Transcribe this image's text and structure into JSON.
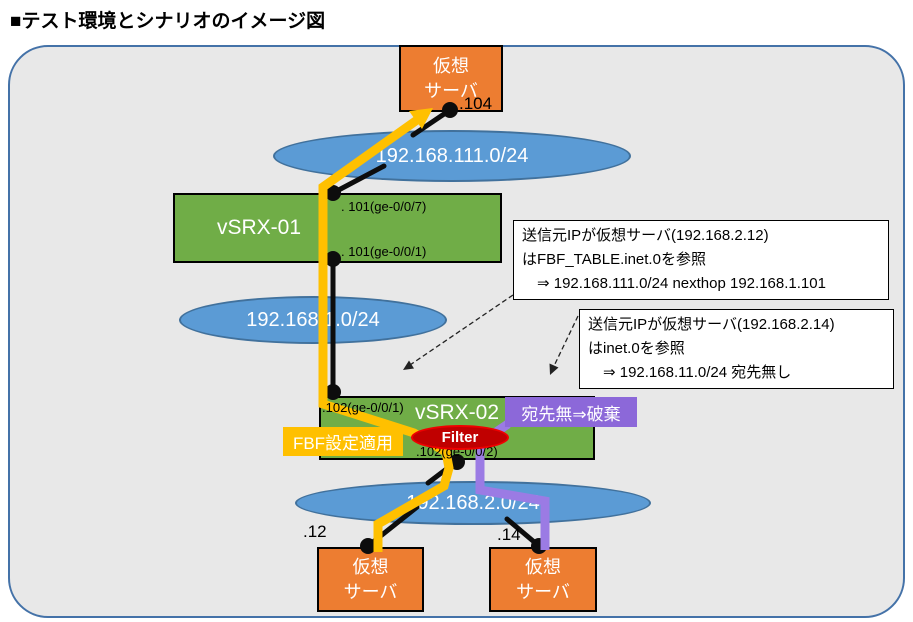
{
  "title": "■テスト環境とシナリオのイメージ図",
  "colors": {
    "server_orange": "#ED7D31",
    "network_blue": "#5B9BD5",
    "router_green": "#70AD47",
    "path_yellow": "#FFC000",
    "path_purple": "#9272DE",
    "filter_red": "#C00000",
    "canvas_gray": "#E8E8E8",
    "canvas_border_blue": "#4472A8"
  },
  "servers": {
    "top": {
      "label": "仮想\nサーバ",
      "ip": ".104"
    },
    "left": {
      "label": "仮想\nサーバ",
      "ip": ".12"
    },
    "right": {
      "label": "仮想\nサーバ",
      "ip": ".14"
    }
  },
  "networks": {
    "net111": "192.168.111.0/24",
    "net1": "192.168.1.0/24",
    "net2": "192.168.2.0/24"
  },
  "routers": {
    "vsrx01": "vSRX-01",
    "vsrx02": "vSRX-02"
  },
  "interfaces": {
    "vsrx01_ge007": ". 101(ge-0/0/7)",
    "vsrx01_ge001": ". 101(ge-0/0/1)",
    "vsrx02_ge001": ".102(ge-0/0/1)",
    "vsrx02_ge002": ".102(ge-0/0/2)"
  },
  "labels": {
    "filter": "Filter",
    "fbf": "FBF設定適用",
    "discard": "宛先無⇒破棄"
  },
  "notes": {
    "fbf_route": "送信元IPが仮想サーバ(192.168.2.12)\nはFBF_TABLE.inet.0を参照\n　⇒ 192.168.111.0/24 nexthop 192.168.1.101",
    "inet_route": "送信元IPが仮想サーバ(192.168.2.14)\nはinet.0を参照\n　⇒ 192.168.11.0/24 宛先無し"
  }
}
